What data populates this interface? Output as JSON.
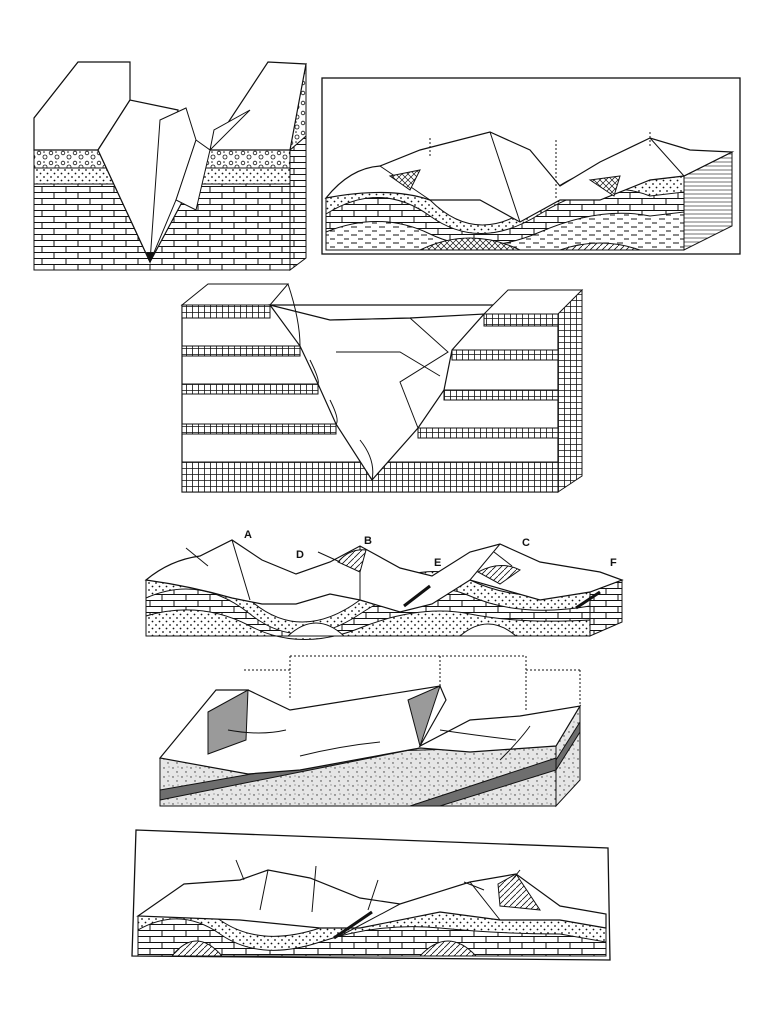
{
  "diagrams": [
    {
      "id": "fault-valley"
    },
    {
      "id": "folded-strata-ridges"
    },
    {
      "id": "stepped-canyon"
    },
    {
      "id": "folded-ridges-labeled",
      "labels": {
        "a": "A",
        "b": "B",
        "c": "C",
        "d": "D",
        "e": "E",
        "f": "F"
      }
    },
    {
      "id": "tilted-strata-cuestas"
    },
    {
      "id": "fold-belt-bottom"
    }
  ],
  "colors": {
    "ink": "#111111",
    "paper": "#ffffff",
    "shade": "#9a9a9a",
    "dark_band": "#6e6e6e"
  }
}
